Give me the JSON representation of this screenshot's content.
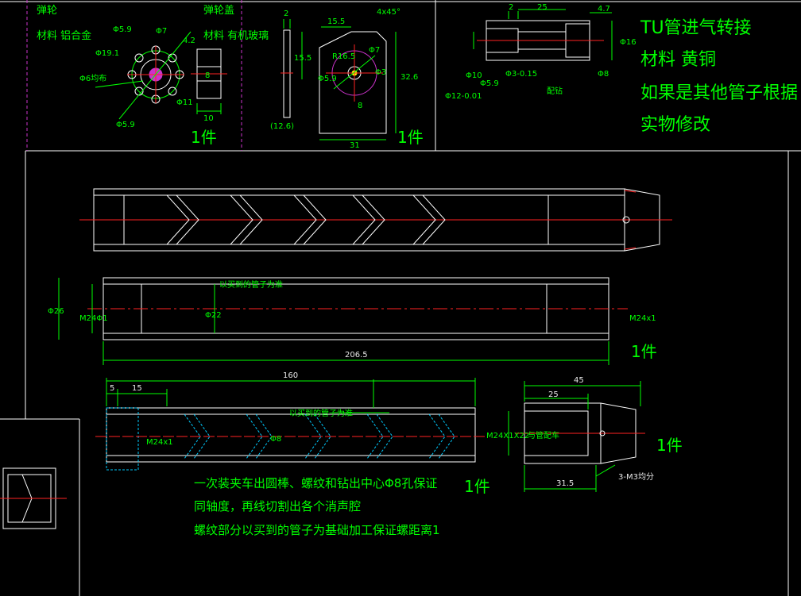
{
  "top": {
    "part1": {
      "title": "弹轮",
      "material": "材料 铝合金",
      "dims": [
        "Φ5.9",
        "Φ7",
        "Φ19.1",
        "4.2",
        "Φ6均布",
        "Φ11",
        "8",
        "10",
        "Φ5.9"
      ],
      "qty": "1件"
    },
    "part2": {
      "title": "弹轮盖",
      "material": "材料 有机玻璃",
      "dims": [
        "2",
        "15.5",
        "4x45°",
        "15.5",
        "R16.5",
        "Φ7",
        "Φ3",
        "Φ5.9",
        "32.6",
        "8",
        "(12.6)",
        "31"
      ],
      "qty": "1件"
    },
    "part3": {
      "dims": [
        "2",
        "25",
        "4.7",
        "Φ16",
        "Φ10",
        "Φ5.9",
        "Φ12-0.01",
        "Φ3-0.15",
        "Φ8",
        "配钻"
      ],
      "notes": [
        "TU管进气转接",
        "材料 黄铜",
        "如果是其他管子根据",
        "实物修改"
      ]
    }
  },
  "view2": {
    "dims": [
      "Φ26",
      "M24Φ1",
      "Φ22",
      "以买到的管子为准",
      "M24x1",
      "206.5"
    ],
    "qty": "1件"
  },
  "view3": {
    "dims": [
      "160",
      "5",
      "15",
      "M24x1",
      "Φ8",
      "以买到的管子为准"
    ],
    "qty": "1件",
    "notes": [
      "一次装夹车出圆棒、螺纹和钻出中心Φ8孔保证",
      "同轴度，再线切割出各个消声腔",
      "螺纹部分以买到的管子为基础加工保证螺距离1"
    ]
  },
  "view4": {
    "dims": [
      "45",
      "25",
      "M24X1X22",
      "与管配车",
      "31.5",
      "3-M3均分"
    ],
    "qty": "1件"
  }
}
